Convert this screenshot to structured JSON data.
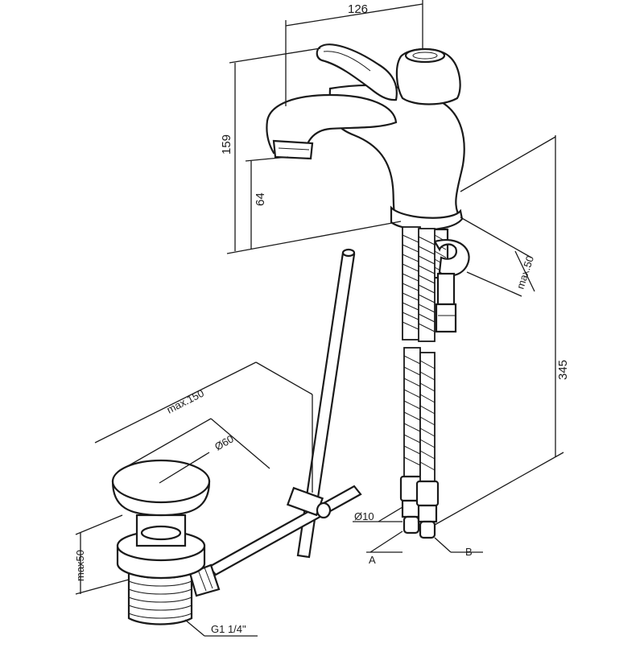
{
  "diagram": {
    "colors": {
      "line": "#1a1a1a",
      "background": "#ffffff"
    },
    "dimensions": {
      "spout_reach": "126",
      "total_height": "159",
      "spout_height": "64",
      "hose_length": "345",
      "max_counter_thickness": "max.50",
      "drain_max_length": "max.150",
      "drain_diameter": "Ø60",
      "drain_max_height": "max50",
      "hose_diameter": "Ø10",
      "drain_thread": "G1 1/4\"",
      "hose_a": "A",
      "hose_b": "B"
    }
  }
}
